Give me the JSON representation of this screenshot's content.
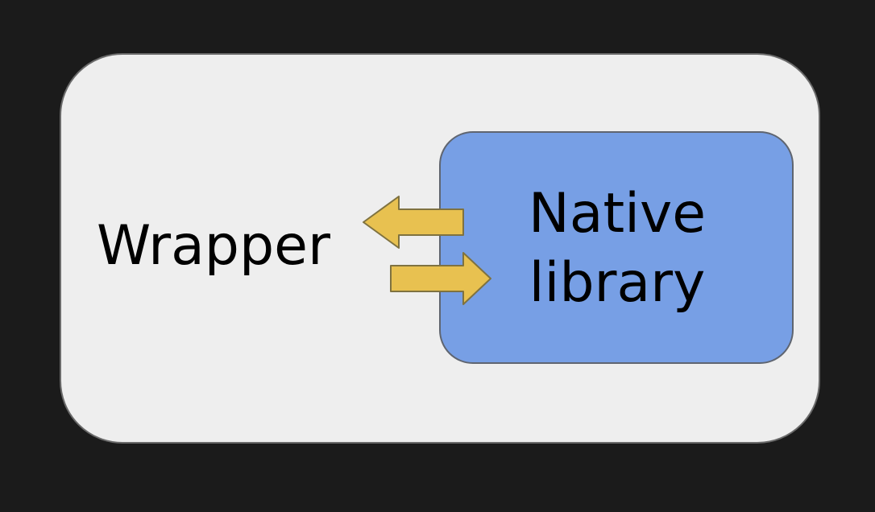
{
  "diagram": {
    "outer_label": "Wrapper",
    "inner_label_line_1": "Native",
    "inner_label_line_2": "library",
    "colors": {
      "background": "#1b1b1b",
      "outer_fill": "#eeeeee",
      "inner_fill": "#779fe5",
      "arrow_fill": "#e8c150",
      "text": "#000000"
    },
    "arrows": [
      {
        "name": "arrow-left-icon",
        "direction": "left"
      },
      {
        "name": "arrow-right-icon",
        "direction": "right"
      }
    ]
  }
}
